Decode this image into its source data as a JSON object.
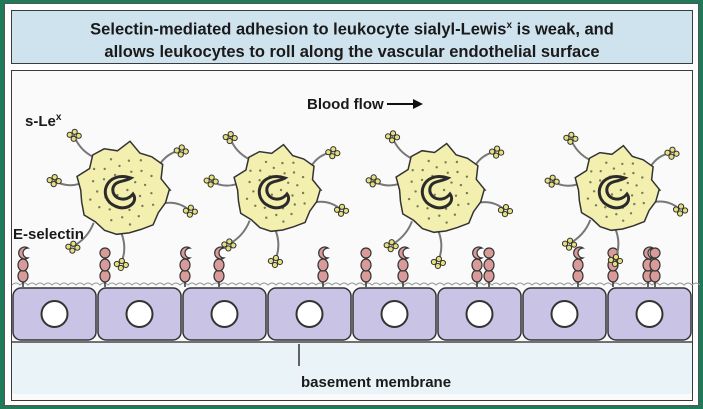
{
  "title": {
    "line1": "Selectin-mediated adhesion to leukocyte sialyl-Lewis",
    "line1_sup": "x",
    "line1_end": " is weak, and",
    "line2": "allows leukocytes to roll along the vascular endothelial surface"
  },
  "labels": {
    "slex": "s-Le",
    "slex_sup": "x",
    "eselectin": "E-selectin",
    "blood_flow": "Blood flow",
    "basement_membrane": "basement membrane"
  },
  "colors": {
    "leukocyte_fill": "#f3efae",
    "nucleus": "#2b2b2b",
    "endothelium_fill": "#c9c3e6",
    "selectin_fill": "#d99a9a",
    "ligand_bead": "#e6e07a",
    "membrane_fill": "#eaf4f8",
    "title_bg": "#cfe3ee"
  },
  "counts": {
    "leukocytes": 4,
    "endothelial_cells": 8,
    "selectins": 13
  }
}
